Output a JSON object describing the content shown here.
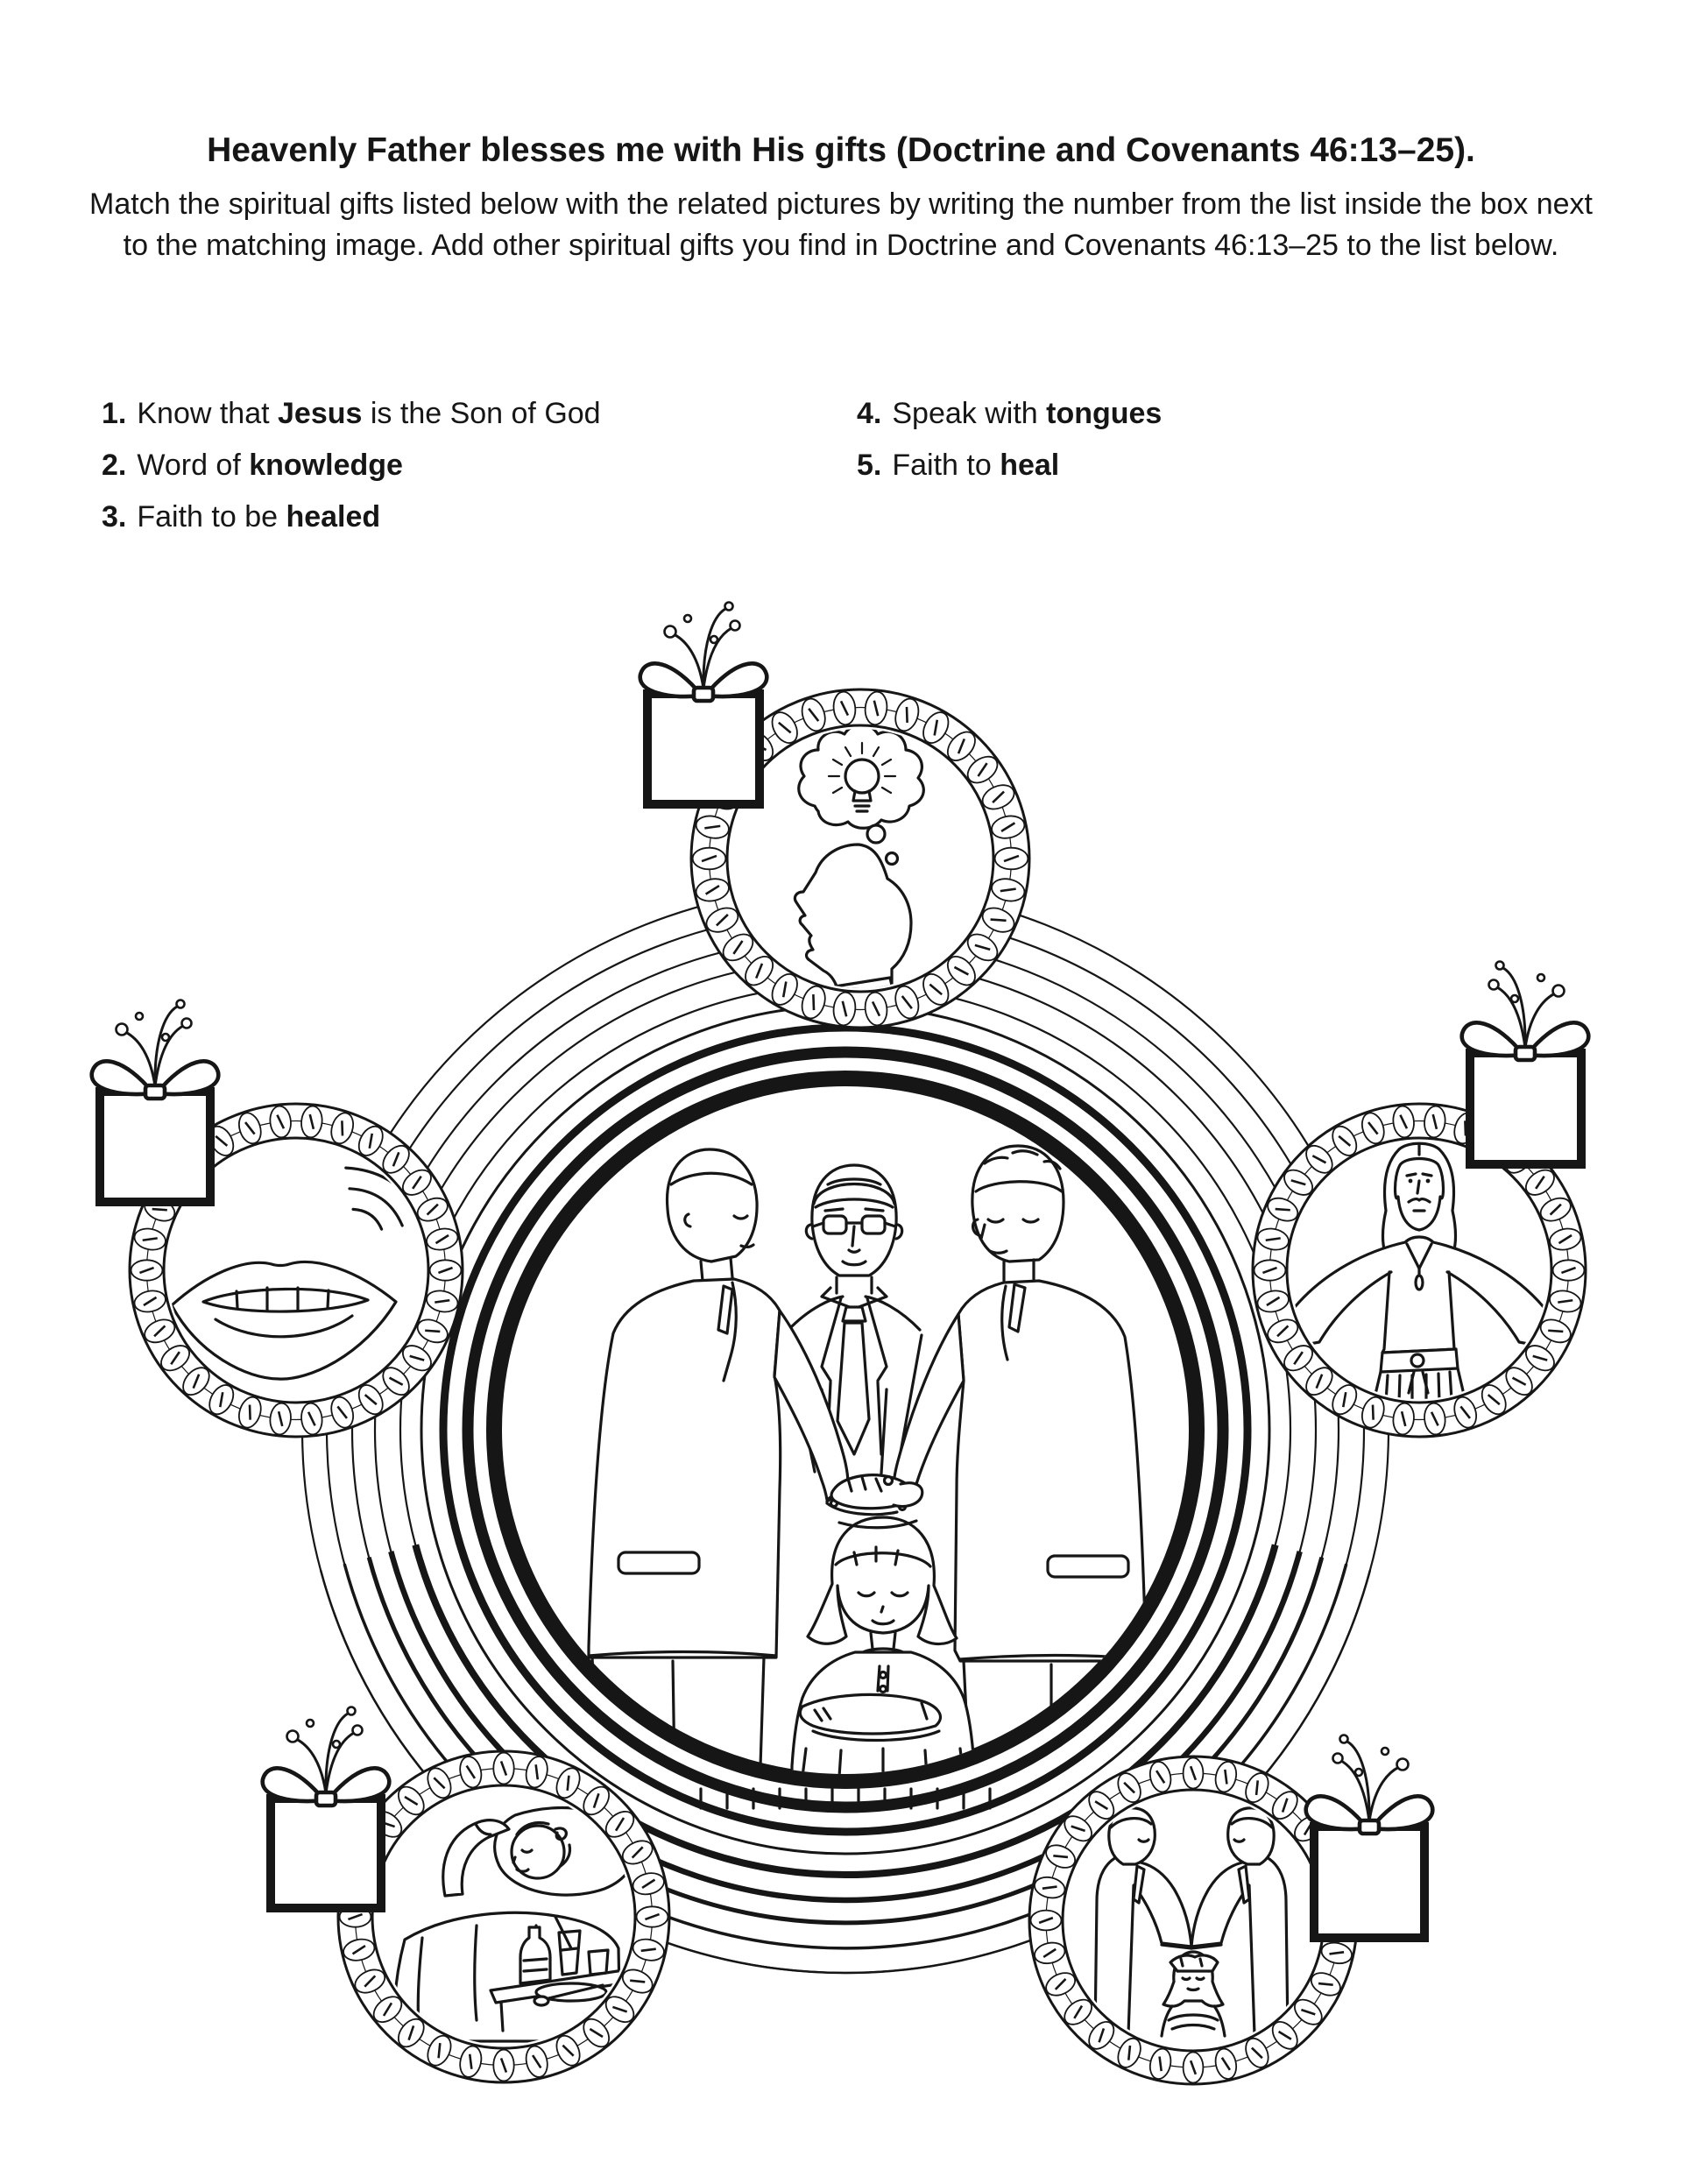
{
  "page": {
    "background": "#ffffff",
    "ink": "#161616"
  },
  "header": {
    "title": "Heavenly Father blesses me with His gifts (Doctrine and Covenants 46:13–25).",
    "instructions": "Match the spiritual gifts listed below with the related pictures by writing the number from the list inside the box next to the matching image. Add other spiritual gifts you find in Doctrine and Covenants 46:13–25 to the list below."
  },
  "gift_list": {
    "items": [
      {
        "num": "1.",
        "pre": "Know that ",
        "bold": "Jesus",
        "post": " is the Son of God"
      },
      {
        "num": "2.",
        "pre": "Word of ",
        "bold": "knowledge",
        "post": ""
      },
      {
        "num": "3.",
        "pre": "Faith to be ",
        "bold": "healed",
        "post": ""
      },
      {
        "num": "4.",
        "pre": "Speak with ",
        "bold": "tongues",
        "post": ""
      },
      {
        "num": "5.",
        "pre": "Faith to ",
        "bold": "heal",
        "post": ""
      }
    ]
  },
  "illustration": {
    "center_scene": "priesthood-blessing-of-girl",
    "medallions": [
      {
        "id": "top",
        "icon": "thinking-head-lightbulb-icon",
        "box_value": ""
      },
      {
        "id": "left",
        "icon": "lips-sound-waves-icon",
        "box_value": ""
      },
      {
        "id": "right",
        "icon": "jesus-icon",
        "box_value": ""
      },
      {
        "id": "bottom-left",
        "icon": "sick-child-in-bed-icon",
        "box_value": ""
      },
      {
        "id": "bottom-right",
        "icon": "blessing-child-icon",
        "box_value": ""
      }
    ]
  }
}
